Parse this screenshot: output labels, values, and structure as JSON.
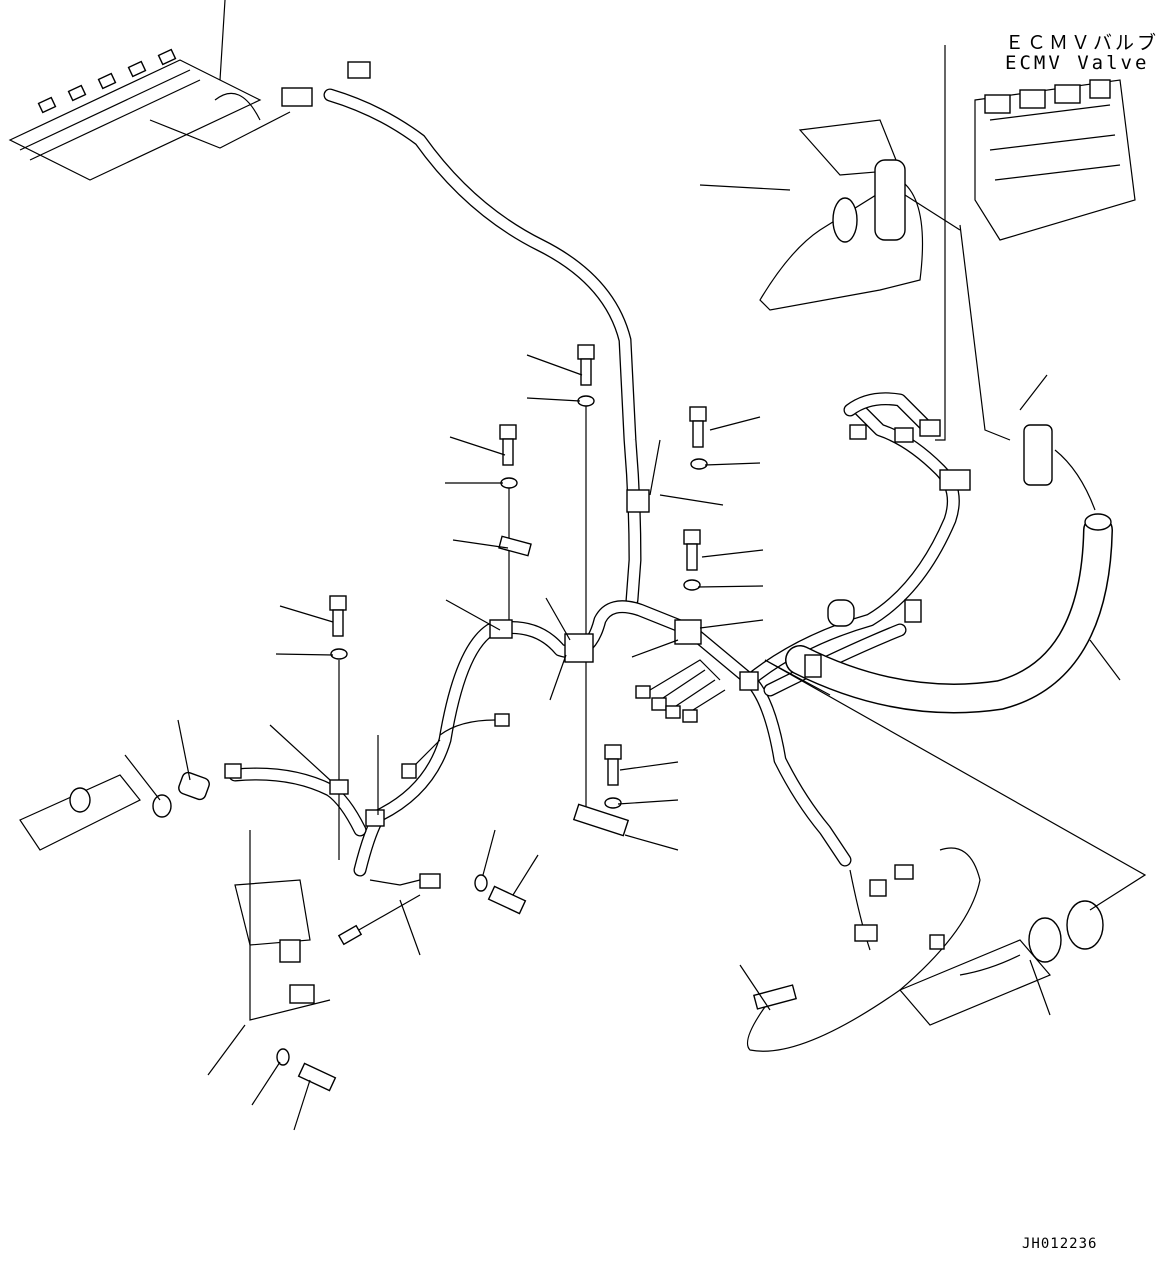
{
  "diagram": {
    "valve_label_jp": "ＥＣＭＶバルブ",
    "valve_label_en": "ECMV Valve",
    "drawing_code": "JH012236"
  }
}
